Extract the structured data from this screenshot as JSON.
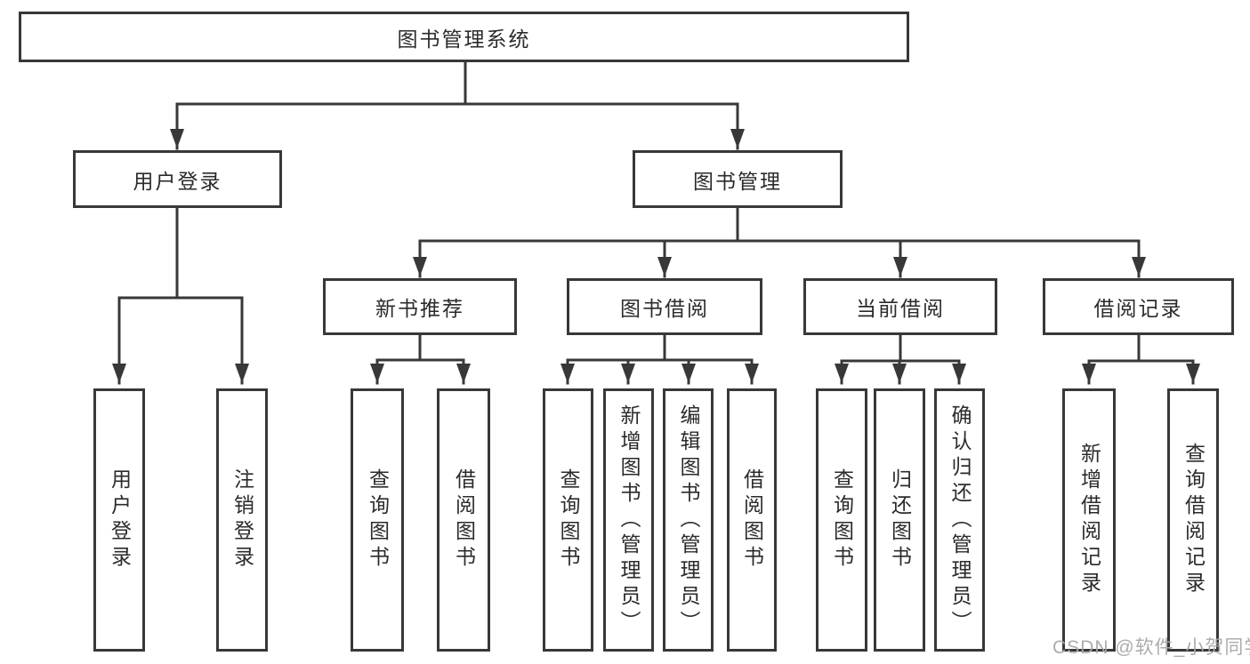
{
  "diagram": {
    "root": {
      "label": "图书管理系统"
    },
    "level2": [
      {
        "label": "用户登录"
      },
      {
        "label": "图书管理"
      }
    ],
    "level3": [
      {
        "label": "新书推荐"
      },
      {
        "label": "图书借阅"
      },
      {
        "label": "当前借阅"
      },
      {
        "label": "借阅记录"
      }
    ],
    "leaves": [
      {
        "label": "用户登录"
      },
      {
        "label": "注销登录"
      },
      {
        "label": "查询图书"
      },
      {
        "label": "借阅图书"
      },
      {
        "label": "查询图书"
      },
      {
        "label": "新增图书（管理员）"
      },
      {
        "label": "编辑图书（管理员）"
      },
      {
        "label": "借阅图书"
      },
      {
        "label": "查询图书"
      },
      {
        "label": "归还图书"
      },
      {
        "label": "确认归还（管理员）"
      },
      {
        "label": "新增借阅记录"
      },
      {
        "label": "查询借阅记录"
      }
    ]
  },
  "watermark": {
    "text": "CSDN @软件_小贺同学"
  },
  "colors": {
    "line": "#383838",
    "box_border": "#383838",
    "text": "#2b2b2b",
    "background": "#ffffff",
    "watermark": "#a8a8a8"
  }
}
